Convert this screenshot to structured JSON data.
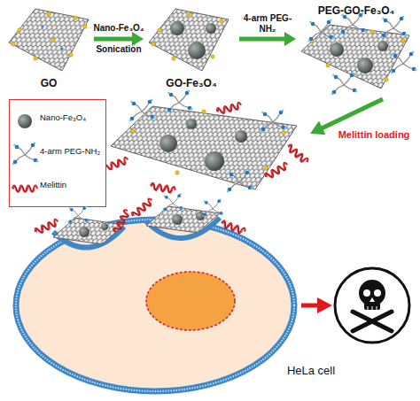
{
  "diagram": {
    "nodes": [
      {
        "text": [
          "GO"
        ]
      },
      {
        "text": [
          "GO-Fe₃O₄"
        ]
      },
      {
        "text": [
          "PEG-GO-Fe₃O₄"
        ]
      },
      {
        "text": [
          "HeLa cell"
        ]
      }
    ],
    "edges": [
      {
        "from": 0,
        "to": 1,
        "arrow": "to",
        "label": "Nano-Fe₃O₄"
      },
      {
        "from": 1,
        "to": 2,
        "arrow": "to",
        "label": "4-arm PEG-NH₂"
      }
    ],
    "labels": [
      "Sonication",
      "Melittin loading"
    ],
    "legend": [
      {
        "text": "Nano-Fe₃O₄"
      },
      {
        "text": "4-arm PEG-NH₂"
      },
      {
        "text": "Melittin"
      }
    ]
  }
}
